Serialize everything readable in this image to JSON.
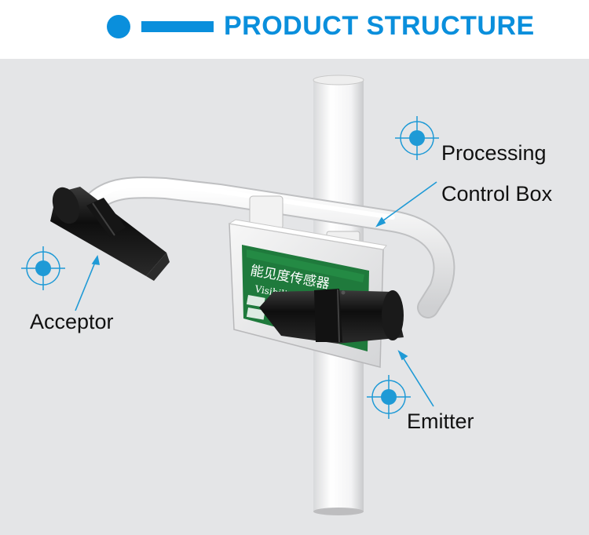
{
  "header": {
    "title": "PRODUCT STRUCTURE",
    "accent_color": "#0a8fdc",
    "icons": [
      "dot-icon",
      "bar-icon"
    ]
  },
  "product": {
    "panel_title": "能见度传感器",
    "panel_subtitle": "Visibility S"
  },
  "callouts": {
    "processing_line1": "Processing",
    "processing_line2": "Control Box",
    "acceptor": "Acceptor",
    "emitter": "Emitter",
    "marker_icon": "crosshair-target-icon"
  }
}
